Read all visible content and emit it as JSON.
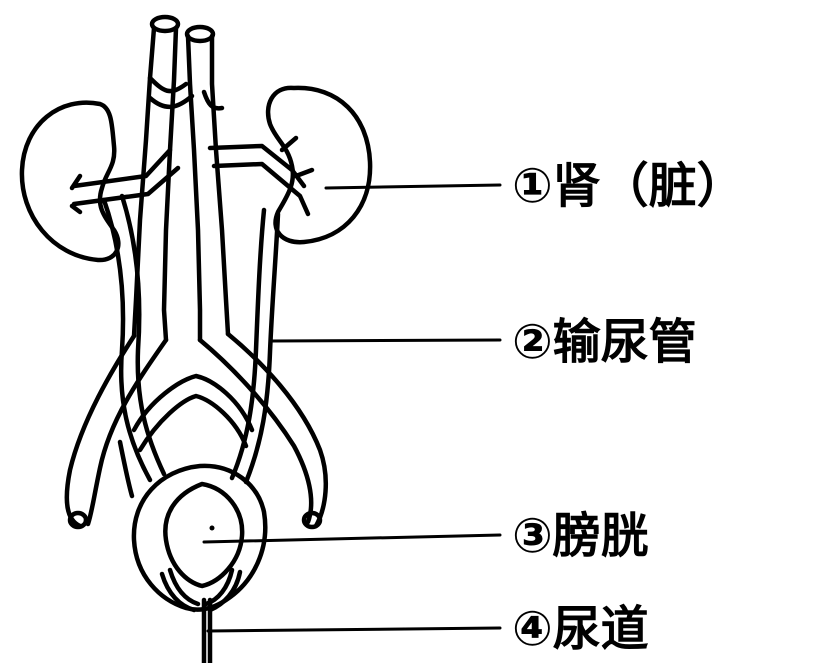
{
  "labels": [
    {
      "id": "kidney",
      "text": "①肾（脏）"
    },
    {
      "id": "ureter",
      "text": "②输尿管"
    },
    {
      "id": "bladder",
      "text": "③膀胱"
    },
    {
      "id": "urethra",
      "text": "④尿道"
    }
  ],
  "colors": {
    "line": "#000000",
    "background": "#ffffff"
  }
}
